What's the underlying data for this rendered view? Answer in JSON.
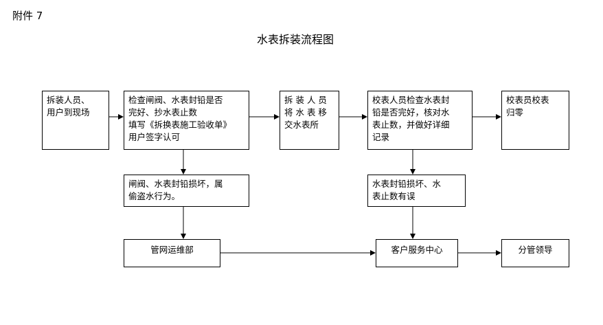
{
  "attachment_label": "附件 7",
  "title": "水表拆装流程图",
  "boxes": {
    "installers_arrive": {
      "lines": [
        "拆装人员、",
        "用户到现场"
      ]
    },
    "inspect_valve": {
      "lines": [
        "检查闸阀、水表封铅是否",
        "完好、抄水表止数",
        "填写《拆换表施工验收单》",
        "用户签字认可"
      ]
    },
    "installers_move": {
      "lines": [
        "拆 装 人 员",
        "将 水 表 移",
        "交水表所"
      ]
    },
    "calibrator_check": {
      "lines": [
        "校表人员检查水表封",
        "铅是否完好，核对水",
        "表止数，并做好详细",
        "记录"
      ]
    },
    "calibrator_reset": {
      "lines": [
        "校表员校表",
        "归零"
      ]
    },
    "valve_damaged": {
      "lines": [
        "闸阀、水表封铅损坏，属",
        "偷盗水行为。"
      ]
    },
    "seal_error": {
      "lines": [
        "水表封铅损坏、水",
        "表止数有误"
      ]
    },
    "pipe_network_dept": {
      "lines": [
        "管网运维部"
      ]
    },
    "customer_service": {
      "lines": [
        "客户服务中心"
      ]
    },
    "supervising_leader": {
      "lines": [
        "分管领导"
      ]
    }
  }
}
